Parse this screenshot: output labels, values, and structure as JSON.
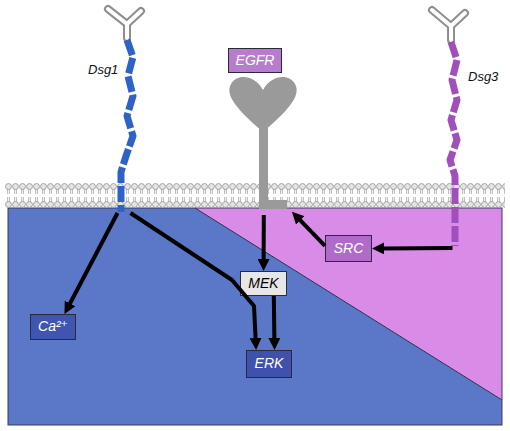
{
  "diagram": {
    "nodes": [
      {
        "text": [
          "Dsg1"
        ]
      },
      {
        "text": [
          "EGFR"
        ]
      },
      {
        "text": [
          "Dsg3"
        ]
      },
      {
        "text": [
          "SRC"
        ]
      },
      {
        "text": [
          "MEK"
        ]
      },
      {
        "text": [
          "Ca²⁺"
        ]
      },
      {
        "text": [
          "ERK"
        ]
      }
    ],
    "edges": [
      {
        "from": 0,
        "to": 5,
        "arrow": "to"
      },
      {
        "from": 0,
        "to": 6,
        "arrow": "to"
      },
      {
        "from": 2,
        "to": 3,
        "arrow": "to"
      },
      {
        "from": 3,
        "to": 1,
        "arrow": "to"
      },
      {
        "from": 1,
        "to": 4,
        "arrow": "to"
      },
      {
        "from": 4,
        "to": 6,
        "arrow": "to"
      }
    ]
  }
}
